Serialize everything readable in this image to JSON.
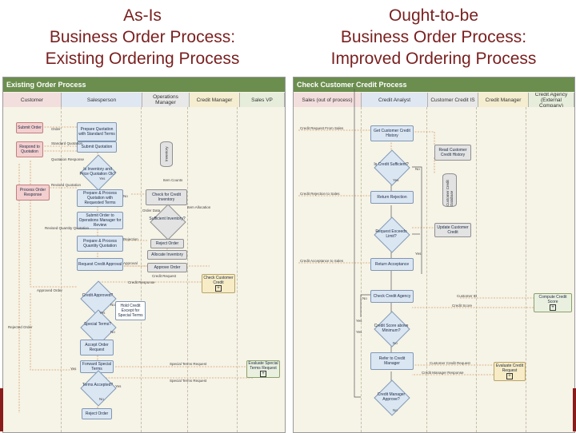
{
  "titles": {
    "left": [
      "As-Is",
      "Business Order Process:",
      "Existing Ordering Process"
    ],
    "right": [
      "Ought-to-be",
      "Business Order Process:",
      "Improved Ordering Process"
    ]
  },
  "left_panel": {
    "title": "Existing Order Process",
    "lanes": [
      "Customer",
      "Salesperson",
      "Operations Manager",
      "Credit Manager",
      "Sales VP"
    ],
    "customer": [
      "Submit Order",
      "Respond to Quotation",
      "Process Order Response"
    ],
    "sales": [
      "Prepare Quotation with Standard Terms",
      "Submit Quotation",
      "Is Inventory and Price Quotation Ok?",
      "Prepare & Process Quotation with Requested Terms",
      "Submit Order to Operations Manager for Review",
      "Prepare & Process Quantity Quotation",
      "Request Credit Approval",
      "Credit Approved?",
      "Special Terms?",
      "Accept Order Request",
      "Forward Special Terms",
      "Terms Accepted?",
      "Reject Order"
    ],
    "ops": [
      "Inventory",
      "Check for Credit Inventory",
      "Sufficient Inventory?",
      "Reject Order",
      "Allocate Inventory",
      "Approve Order"
    ],
    "credit": [
      "Check Customer Credit",
      "Hold Credit Except for Special Terms"
    ],
    "vp": [
      "Evaluate Special Terms Request"
    ],
    "labels": [
      "Order",
      "Standard Quotation",
      "Quotation Response",
      "Revised Quotation",
      "Revised Quantity Quotation",
      "Approved Order",
      "Rejected Order",
      "Item Counts",
      "Order Data",
      "Item Allocation",
      "Rejection",
      "Approval",
      "Credit Request",
      "Credit Response",
      "Special Terms Request",
      "Special Terms Request",
      "Yes",
      "No",
      "No",
      "Yes",
      "No",
      "Yes",
      "No",
      "Yes"
    ]
  },
  "right_panel": {
    "title": "Check Customer Credit Process",
    "lanes": [
      "Sales (out of process)",
      "Credit Analyst",
      "Customer Credit IS",
      "Credit Manager",
      "Credit Agency (External Company)"
    ],
    "analyst": [
      "Get Customer Credit History",
      "Is Credit Sufficient?",
      "Return Rejection",
      "Request Exceeds Limit?",
      "Return Acceptance",
      "Check Credit Agency",
      "Credit Score above Minimum?",
      "Refer to Credit Manager",
      "Credit Manager Approve?"
    ],
    "is": [
      "Read Customer Credit History",
      "Customer Credit Database",
      "Update Customer Credit"
    ],
    "manager": [
      "Evaluate Credit Request"
    ],
    "agency": [
      "Compute Credit Score"
    ],
    "labels": [
      "Credit Request From Sales",
      "Credit Rejection to Sales",
      "Credit Acceptance to Sales",
      "Customer ID",
      "Credit Score",
      "Customer Credit Request",
      "Credit Manager Response",
      "No",
      "Yes",
      "Yes",
      "No",
      "Yes",
      "No",
      "Yes",
      "No"
    ]
  }
}
